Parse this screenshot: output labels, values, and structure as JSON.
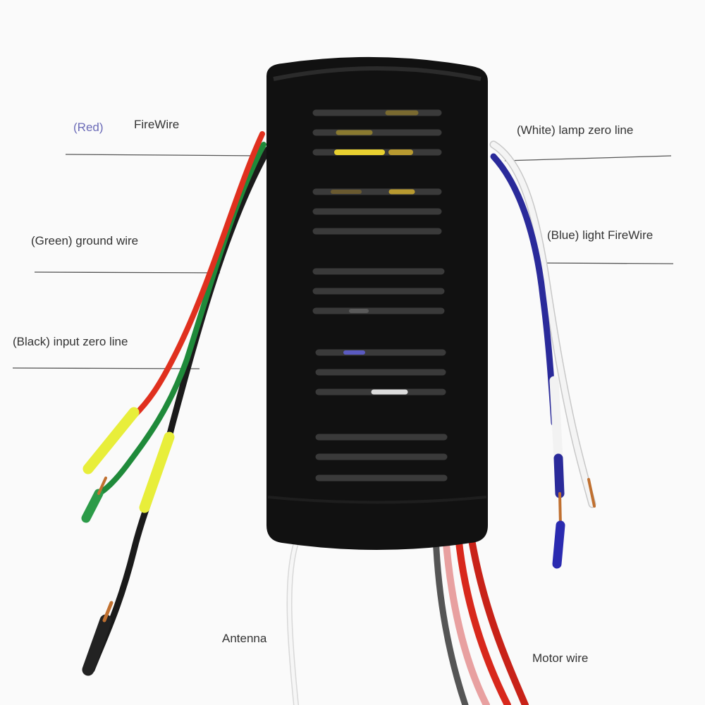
{
  "labels": {
    "red_tag": "(Red)",
    "firewire": "FireWire",
    "green_ground": "(Green) ground wire",
    "black_input": "(Black) input zero line",
    "white_lamp": "(White) lamp zero line",
    "blue_light": "(Blue) light FireWire",
    "antenna": "Antenna",
    "motor_wire": "Motor wire"
  },
  "colors": {
    "background": "#fafafa",
    "device_body": "#111111",
    "wire_red": "#e0301e",
    "wire_green": "#1f8a3a",
    "wire_black": "#1a1a1a",
    "wire_white": "#f2f2f2",
    "wire_blue": "#2a2a9a",
    "sleeve_yellow": "#e8ee3a",
    "wire_pink": "#e8a0a0",
    "leader_line": "#555555"
  }
}
